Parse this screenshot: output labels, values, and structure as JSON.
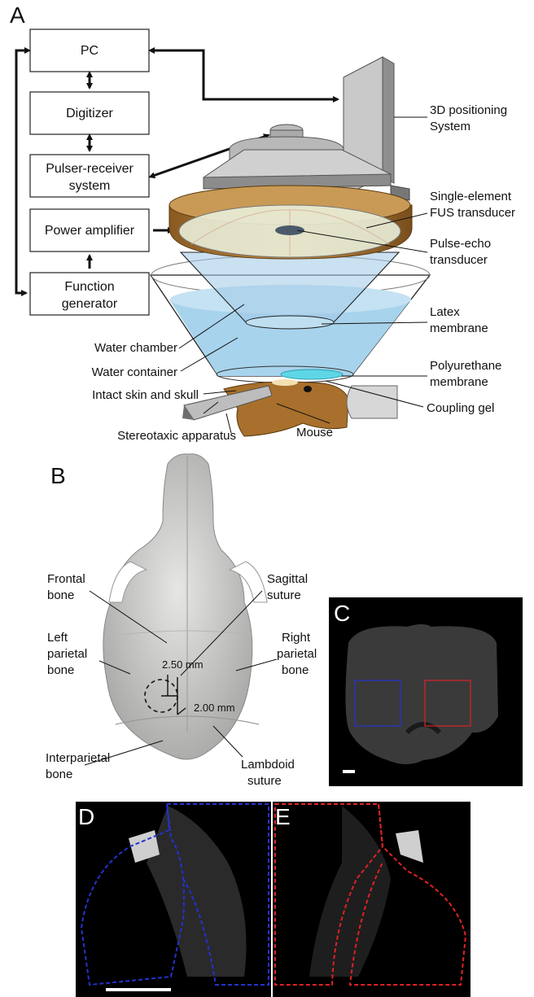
{
  "panels": {
    "a": "A",
    "b": "B",
    "c": "C",
    "d": "D",
    "e": "E"
  },
  "boxes": {
    "pc": "PC",
    "digitizer": "Digitizer",
    "pulser_line1": "Pulser-receiver",
    "pulser_line2": "system",
    "power_amp": "Power amplifier",
    "func_line1": "Function",
    "func_line2": "generator"
  },
  "labels_a": {
    "positioning_1": "3D positioning",
    "positioning_2": "System",
    "fus_1": "Single-element",
    "fus_2": "FUS transducer",
    "pulse_echo_1": "Pulse-echo",
    "pulse_echo_2": "transducer",
    "latex_1": "Latex",
    "latex_2": "membrane",
    "poly_1": "Polyurethane",
    "poly_2": "membrane",
    "coupling": "Coupling gel",
    "mouse": "Mouse",
    "water_chamber": "Water chamber",
    "water_container": "Water container",
    "skin_skull": "Intact skin and skull",
    "stereotaxic": "Stereotaxic apparatus"
  },
  "labels_b": {
    "frontal_1": "Frontal",
    "frontal_2": "bone",
    "sagittal_1": "Sagittal",
    "sagittal_2": "suture",
    "left_par_1": "Left",
    "left_par_2": "parietal",
    "left_par_3": "bone",
    "right_par_1": "Right",
    "right_par_2": "parietal",
    "right_par_3": "bone",
    "interpar_1": "Interparietal",
    "interpar_2": "bone",
    "lambdoid_1": "Lambdoid",
    "lambdoid_2": "suture",
    "dist_250": "2.50 mm",
    "dist_200": "2.00 mm"
  },
  "colors": {
    "transducer_brown": "#b07a36",
    "water_blue": "#a8d3ec",
    "gel_cyan": "#5fd6e6",
    "mouse_brown": "#a8702c",
    "roi_blue": "#2233cc",
    "roi_red": "#dd2222",
    "micrograph_black": "#000000"
  }
}
